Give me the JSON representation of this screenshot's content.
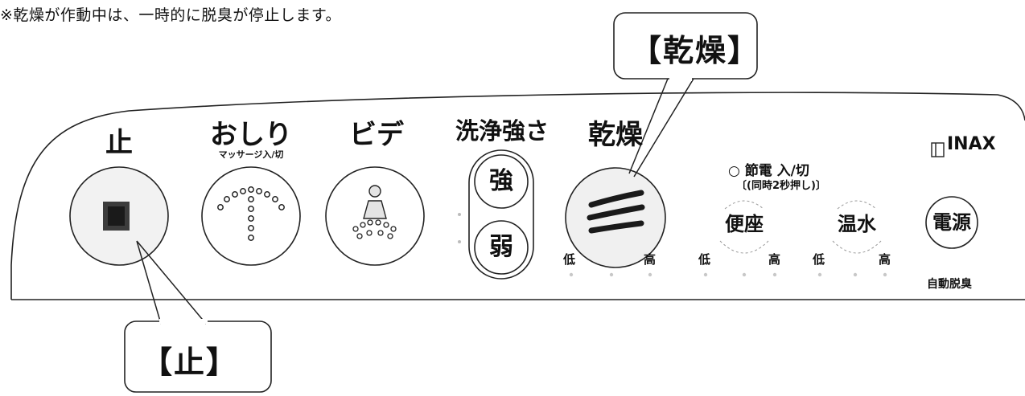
{
  "note": "※乾燥が作動中は、一時的に脱臭が停止します。",
  "callouts": {
    "dry": "【乾燥】",
    "stop": "【止】"
  },
  "panel": {
    "brand": "INAX",
    "stop_label": "止",
    "oshiri_label": "おしり",
    "oshiri_sub": "マッサージ入/切",
    "bidet_label": "ビデ",
    "wash_strength_label": "洗浄強さ",
    "strong_button": "強",
    "weak_button": "弱",
    "dry_label": "乾燥",
    "power_save": "○ 節電 入/切",
    "power_save_sub": "〔(同時2秒押し)〕",
    "seat_button": "便座",
    "water_button": "温水",
    "power_button": "電源",
    "auto_deodorize": "自動脱臭",
    "low": "低",
    "high": "高"
  }
}
